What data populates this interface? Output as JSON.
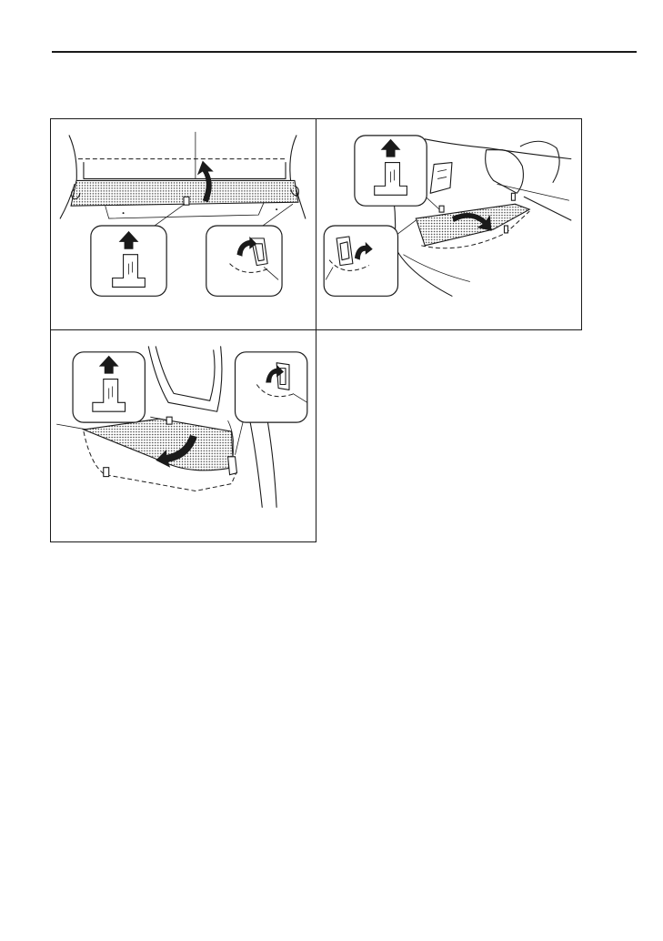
{
  "page": {
    "illustrations": [
      {
        "id": "panel-1",
        "depicts": "deck-board-front-hooks"
      },
      {
        "id": "panel-2",
        "depicts": "deck-board-flip-side-view"
      },
      {
        "id": "panel-3",
        "depicts": "deck-board-flip-rear-view"
      }
    ]
  },
  "icons": [
    "up-arrow-icon",
    "curved-arrow-icon",
    "hook-icon",
    "tab-icon"
  ],
  "colors": {
    "ink": "#1a1a1a",
    "paper": "#ffffff"
  }
}
